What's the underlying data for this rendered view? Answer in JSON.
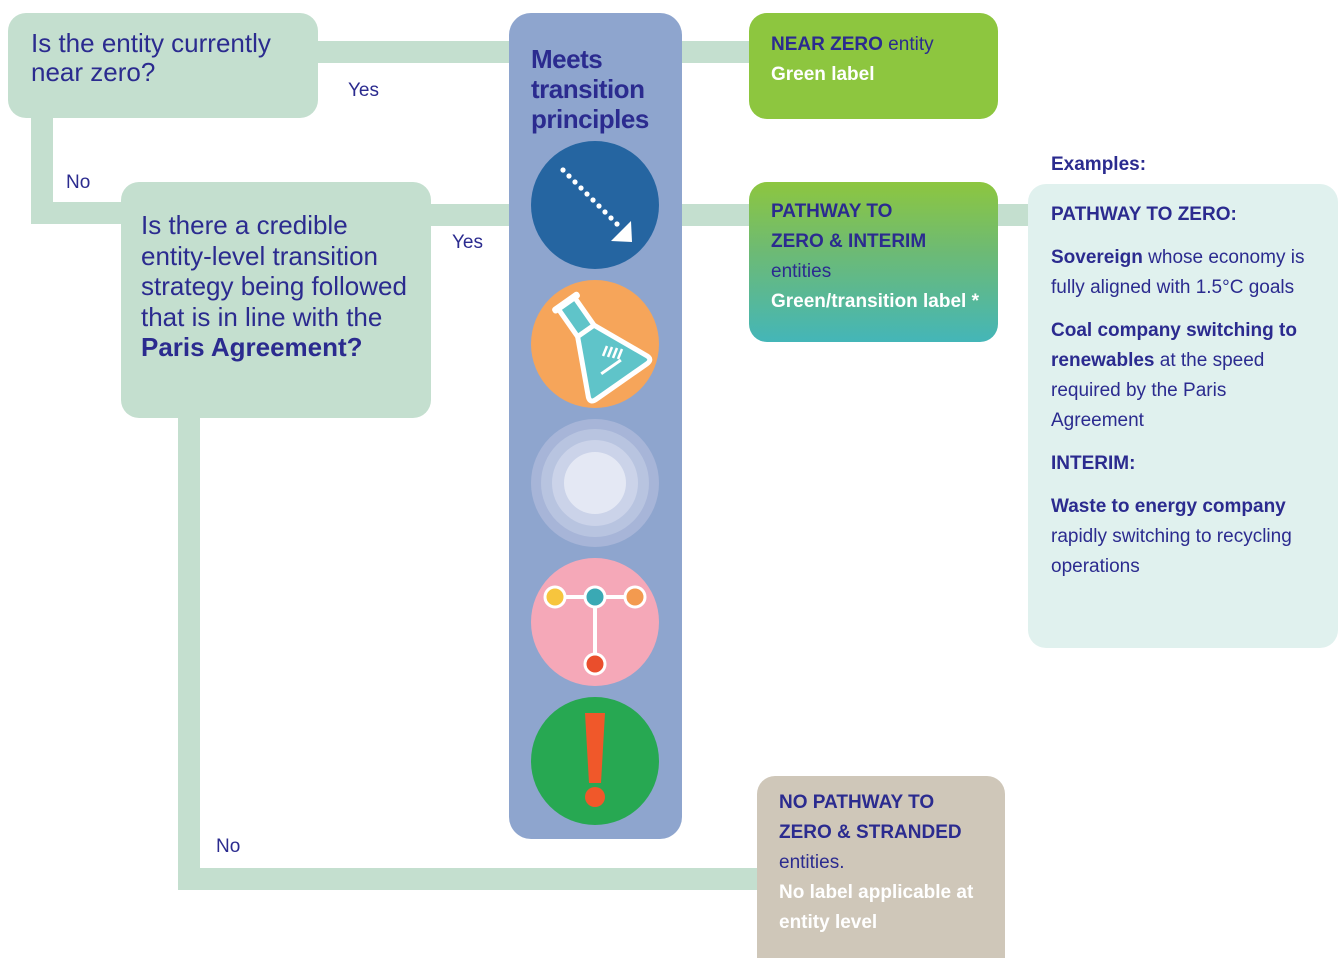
{
  "questions": {
    "q1_text": "Is the entity currently near zero?",
    "q2_text_part1": "Is there a credible entity-level transition strategy being followed that is in line with the ",
    "q2_text_bold": "Paris Agreement?"
  },
  "labels": {
    "yes_1": "Yes",
    "no_1": "No",
    "yes_2": "Yes",
    "no_2": "No"
  },
  "principles": {
    "title": "Meets transition principles",
    "icons": [
      "dotted-arrow-icon",
      "flask-icon",
      "concentric-circles-icon",
      "node-network-icon",
      "exclamation-icon"
    ]
  },
  "outcomes": {
    "near_zero": {
      "title": "NEAR ZERO",
      "suffix": " entity",
      "label": "Green label"
    },
    "pathway": {
      "title": "PATHWAY TO ZERO & INTERIM",
      "subtitle": "entities",
      "label": "Green/transition label *"
    },
    "no_pathway": {
      "title": "NO PATHWAY TO ZERO & STRANDED",
      "subtitle": "entities.",
      "label": "No label applicable at entity level"
    }
  },
  "examples": {
    "heading": "Examples:",
    "pathway_heading": "PATHWAY TO ZERO:",
    "ex1_bold": "Sovereign",
    "ex1_rest": " whose economy is fully aligned with 1.5°C goals",
    "ex2_bold": "Coal company switching to renewables",
    "ex2_rest": " at the speed required by the Paris Agreement",
    "interim_heading": "INTERIM:",
    "ex3_bold": "Waste to energy company",
    "ex3_rest": " rapidly switching to recycling operations"
  },
  "colors": {
    "connector": "#c4dfcf",
    "navy_text": "#2b2b8f",
    "column": "#8ea5ce",
    "near_zero_green": "#8dc63f",
    "pathway_teal": "#44b6b8",
    "no_pathway_beige": "#cfc7b9",
    "examples_bg": "#e0f1ee"
  }
}
